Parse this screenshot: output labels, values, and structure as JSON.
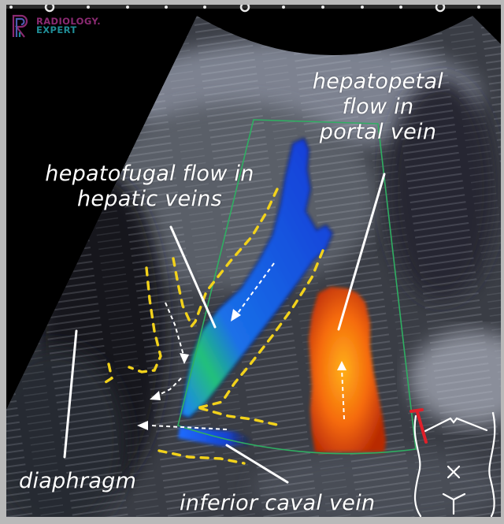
{
  "logo": {
    "line1": "RADIOLOGY.",
    "line2": "EXPERT",
    "colors": {
      "primary": "#8b2a72",
      "secondary": "#1f8d96"
    }
  },
  "labels": {
    "hepatopetal": [
      "hepatopetal",
      "flow in",
      "portal vein"
    ],
    "hepatofugal": [
      "hepatofugal flow in",
      "hepatic veins"
    ],
    "diaphragm": "diaphragm",
    "ivc": "inferior caval vein"
  },
  "icons": {
    "ruler_markers": "depth-ruler-markers",
    "body_pictogram": "body-pictogram-icon",
    "probe_position": "probe-position-marker-icon"
  },
  "colors": {
    "doppler_box": "#2fae62",
    "outline_dashes": "#f2d21b",
    "flow_arrows": "#ffffff",
    "portal_flow": "#f06010",
    "hepatic_flow": "#1a4cf0",
    "probe_marker": "#e0202a",
    "frame_border": "#b9b9b9"
  }
}
